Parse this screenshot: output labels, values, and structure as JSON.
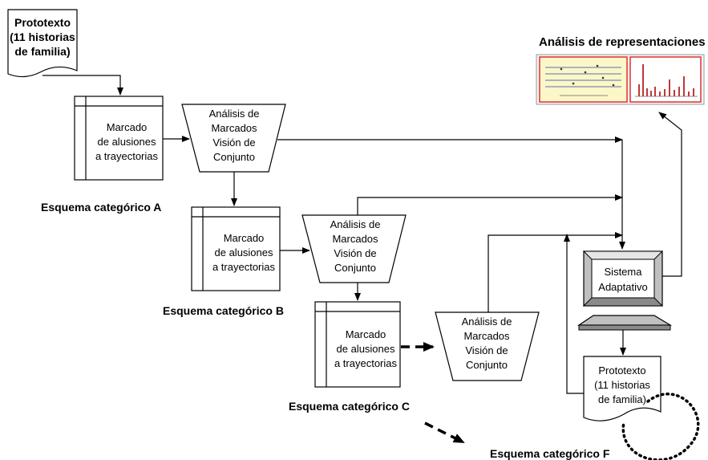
{
  "doc_top": {
    "lines": [
      "Prototexto",
      "(11 historias",
      "de familia)"
    ]
  },
  "doc_bottom": {
    "lines": [
      "Prototexto",
      "(11 historias",
      "de familia)"
    ]
  },
  "marcado": {
    "lines": [
      "Marcado",
      "de alusiones",
      "a trayectorias"
    ]
  },
  "analisis": {
    "lines": [
      "Análisis de",
      "Marcados",
      "Visión de",
      "Conjunto"
    ]
  },
  "schemas": {
    "a": "Esquema categórico A",
    "b": "Esquema categórico B",
    "c": "Esquema categórico C",
    "f": "Esquema categórico F"
  },
  "system": {
    "lines": [
      "Sistema",
      "Adaptativo"
    ]
  },
  "representations": {
    "title": "Análisis de representaciones"
  },
  "colors": {
    "stroke": "#000000",
    "monitor_gray": "#c0c0c0",
    "thumb_border": "#e03030",
    "thumb_fill": "#fbf7c8"
  }
}
